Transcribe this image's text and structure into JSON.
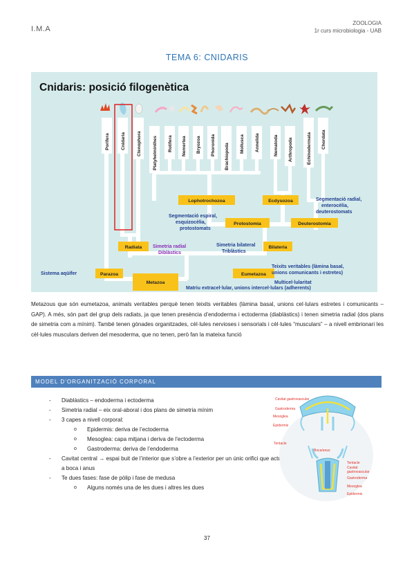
{
  "header": {
    "left": "I.M.A",
    "right_line1": "ZOOLOGIA",
    "right_line2": "1r curs microbiologia - UAB"
  },
  "title": "TEMA 6: CNIDARIS",
  "figure": {
    "title": "Cnidaris: posició filogenètica",
    "phyla": [
      "Porifera",
      "Cnidaria",
      "Ctenophora",
      "Platyhelminthes",
      "Rotifera",
      "Nemertea",
      "Bryozoa",
      "Phoronida",
      "Brachiopoda",
      "Mollusca",
      "Annelida",
      "Nematoda",
      "Arthropoda",
      "Echinodermata",
      "Chordata"
    ],
    "boxes": {
      "lophotrochozoa": "Lophotrochozoa",
      "ecdysozoa": "Ecdysozoa",
      "protostomia": "Protostomia",
      "deuterostomia": "Deuterostomia",
      "radiata": "Radiata",
      "bilateria": "Bilateria",
      "parazoa": "Parazoa",
      "eumetazoa": "Eumetazoa",
      "metazoa": "Metazoa"
    },
    "notes": {
      "deut_1": "Segmentació radial,",
      "deut_2": "enterocèlia,",
      "deut_3": "deuterostomats",
      "prot_1": "Segmentació espiral,",
      "prot_2": "esquizocèlia,",
      "prot_3": "protostomats",
      "radial_1": "Simetria radial",
      "radial_2": "Diblàstics",
      "bilat_1": "Simetria bilateral",
      "bilat_2": "Triblàstics",
      "aquifer": "Sistema aqüífer",
      "teixits_1": "Teixits veritables (làmina basal,",
      "teixits_2": "unions comunicants i estretes)",
      "meta_1": "Multicel·lularitat",
      "meta_2": "Matriu extracel·lular, unions intercel·lulars (adherents)"
    }
  },
  "intro": "Metazous que són eumetazoa, animals veritables perquè tenen teixits veritables (làmina basal, unions cel·lulars estretes i comunicants – GAP). A més, són part del grup dels radiats, ja que tenen presència d’endoderma i ectoderma (diablàstics) i tenen simetria radial (dos plans de simetria com a mínim). També tenen gònades organitzades, cèl·lules nervioses i sensorials i cèl·lules “musculars” – a nivell embrionari les cèl·lules musculars deriven del mesoderma, que no tenen, però fan la mateixa funció",
  "section_title": "MODEL D’ORGANITZACIÓ CORPORAL",
  "bullets": {
    "b1": "Diablàstics – endoderma i ectoderma",
    "b2": "Simetria radial – eix oral-aboral i dos plans de simetria mínim",
    "b3": "3 capes a nivell corporal:",
    "b3a": "Epidermis: deriva de l’ectoderma",
    "b3b": "Mesoglea: capa mitjana i deriva de l’ectoderma",
    "b3c": "Gastroderma: deriva de l’endoderma",
    "b4": "Cavitat central → espai buit de l’interior que s’obre a l’exterior per un únic orifici que actua com a boca i anus",
    "b5": "Te dues fases: fase de pòlip i fase de medusa",
    "b5a": "Alguns només una de les dues i altres les dues"
  },
  "diagram_labels": {
    "cavitat_top": "Cavitat gastrovascular",
    "gastroderma_top": "Gastroderma",
    "mesoglea_top": "Mesoglea",
    "epidermis_top": "Epidermis",
    "tentacle_top": "Tentacle",
    "boca": "Boca/anus",
    "tentacle_bot": "Tentacle",
    "cavitat_bot_1": "Cavitat",
    "cavitat_bot_2": "gastrovascular",
    "gastroderma_bot": "Gastroderma",
    "mesoglea_bot": "Mesoglea",
    "epidermis_bot": "Epidermis"
  },
  "page_number": "37",
  "colors": {
    "accent": "#2e74b5",
    "section_bar": "#4f81bd",
    "figure_bg": "#d5ebeb",
    "box_yellow": "#f9c21a",
    "highlight_red": "#e02020",
    "note_blue": "#1f3d8f",
    "note_purple": "#8a2fb5",
    "diagram_red": "#e0312a"
  }
}
